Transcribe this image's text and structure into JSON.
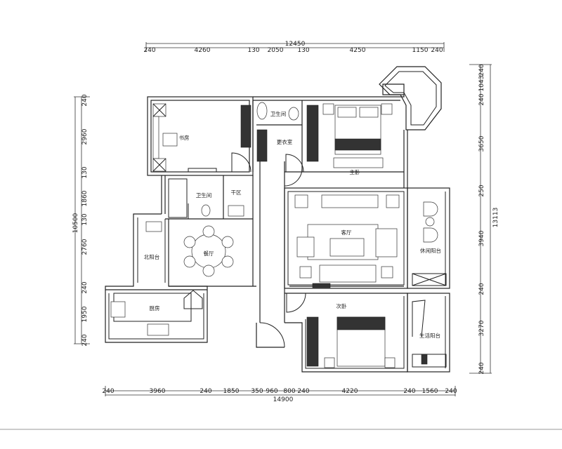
{
  "drawing": {
    "dimensions_top": {
      "total": "12450",
      "segments": [
        "240",
        "4260",
        "130",
        "2050",
        "130",
        "4250",
        "1150",
        "240"
      ]
    },
    "dimensions_bottom": {
      "total": "14900",
      "segments": [
        "240",
        "3960",
        "240",
        "1850",
        "350",
        "960",
        "800",
        "240",
        "4220",
        "240",
        "1560",
        "240"
      ]
    },
    "dimensions_left": {
      "total": "10500",
      "segments": [
        "240",
        "2960",
        "130",
        "1860",
        "130",
        "2760",
        "240",
        "1950",
        "240"
      ]
    },
    "dimensions_right": {
      "total": "13113",
      "segments": [
        "240",
        "1043",
        "240",
        "3650",
        "250",
        "3940",
        "240",
        "3270",
        "240"
      ]
    },
    "rooms": {
      "study": "书房",
      "master_bath": "卫生间",
      "closet": "更衣室",
      "master_bedroom": "主卧",
      "bath": "卫生间",
      "dry_area": "干区",
      "dining": "餐厅",
      "north_balcony": "北阳台",
      "living": "客厅",
      "leisure_balcony": "休闲阳台",
      "kitchen": "厨房",
      "second_bedroom": "次卧",
      "utility_balcony": "生活阳台"
    }
  }
}
